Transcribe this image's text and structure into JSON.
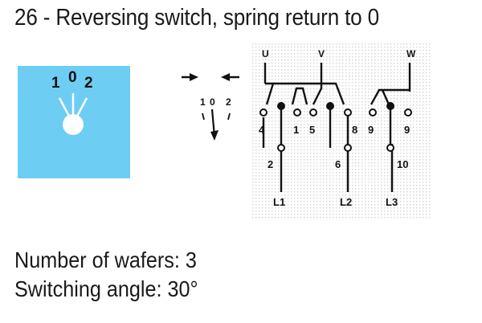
{
  "title": "26 - Reversing switch, spring return to 0",
  "dial": {
    "positions": [
      "1",
      "0",
      "2"
    ],
    "background_color": "#6ecdf3"
  },
  "schematic": {
    "position_marks": [
      "1",
      "0",
      "2"
    ],
    "phase_top": [
      "U",
      "V",
      "W"
    ],
    "terminals_top": [
      "4",
      "1",
      "5",
      "8",
      "9",
      "9"
    ],
    "terminals_mid": [
      "2",
      "6",
      "10"
    ],
    "lines_bottom": [
      "L1",
      "L2",
      "L3"
    ],
    "arrow_icons": [
      "right-arrow-icon",
      "left-arrow-icon"
    ]
  },
  "specs": {
    "wafers": "Number of wafers: 3",
    "angle": "Switching angle: 30°"
  }
}
